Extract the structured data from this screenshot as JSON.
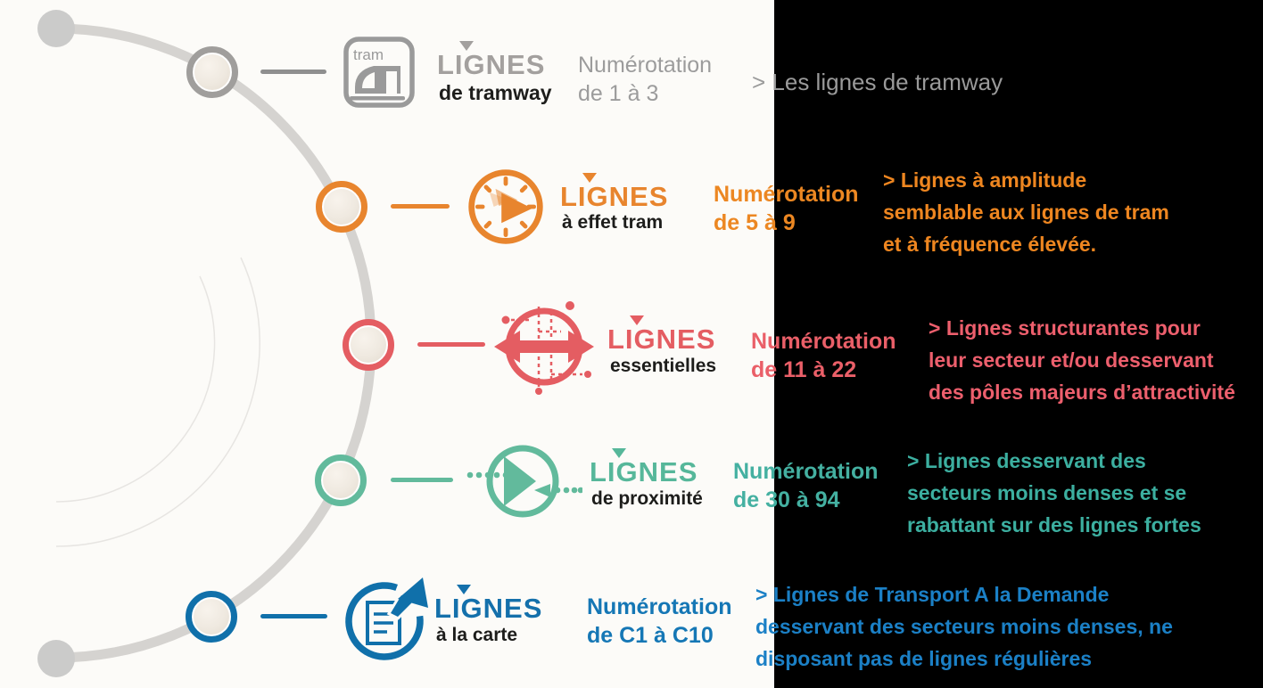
{
  "palette": {
    "background_left": "#fcfbf8",
    "background_right": "#000000",
    "timeline_arc": "#d5d3d0",
    "timeline_dots": "#cbcbca",
    "node_inner": "#efe9e0",
    "gray": "#9b9b9b",
    "orange": "#e8852e",
    "red": "#e45d62",
    "teal": "#62ba9c",
    "blue": "#1070aa"
  },
  "rows": [
    {
      "id": "tramway",
      "accent": "#9b9b9b",
      "text_color": "#9c9c9c",
      "wordmark": "LIGNES",
      "subtitle": "de tramway",
      "icon": "tram-icon",
      "icon_label": "tram",
      "numbering": [
        "Numérotation",
        "de 1 à 3"
      ],
      "description": [
        "> Les lignes de tramway"
      ]
    },
    {
      "id": "effet-tram",
      "accent": "#e8852e",
      "text_color": "#ee8620",
      "wordmark": "LIGNES",
      "subtitle": "à effet tram",
      "icon": "clock-play-icon",
      "numbering": [
        "Numérotation",
        "de 5 à 9"
      ],
      "description": [
        "> Lignes à amplitude",
        "semblable aux lignes de tram",
        "et à fréquence élevée."
      ]
    },
    {
      "id": "essentielles",
      "accent": "#e45d62",
      "text_color": "#ed5f6d",
      "wordmark": "LIGNES",
      "subtitle": "essentielles",
      "icon": "double-arrow-icon",
      "numbering": [
        "Numérotation",
        "de 11 à 22"
      ],
      "description": [
        "> Lignes structurantes pour",
        "leur secteur et/ou desservant",
        "des pôles majeurs d’attractivité"
      ]
    },
    {
      "id": "proximite",
      "accent": "#62ba9c",
      "text_color": "#3cafa0",
      "wordmark": "LIGNES",
      "subtitle": "de proximité",
      "icon": "play-triangles-icon",
      "numbering": [
        "Numérotation",
        "de 30 à 94"
      ],
      "description": [
        "> Lignes desservant des",
        "secteurs moins denses et se",
        "rabattant sur des lignes fortes"
      ]
    },
    {
      "id": "a-la-carte",
      "accent": "#1070aa",
      "text_color": "#1b80c6",
      "wordmark": "LIGNES",
      "subtitle": "à la carte",
      "icon": "document-arrow-icon",
      "numbering": [
        "Numérotation",
        "de C1 à C10"
      ],
      "description": [
        "> Lignes de Transport A la Demande",
        "desservant des secteurs moins denses, ne",
        "disposant pas de lignes régulières"
      ]
    }
  ]
}
